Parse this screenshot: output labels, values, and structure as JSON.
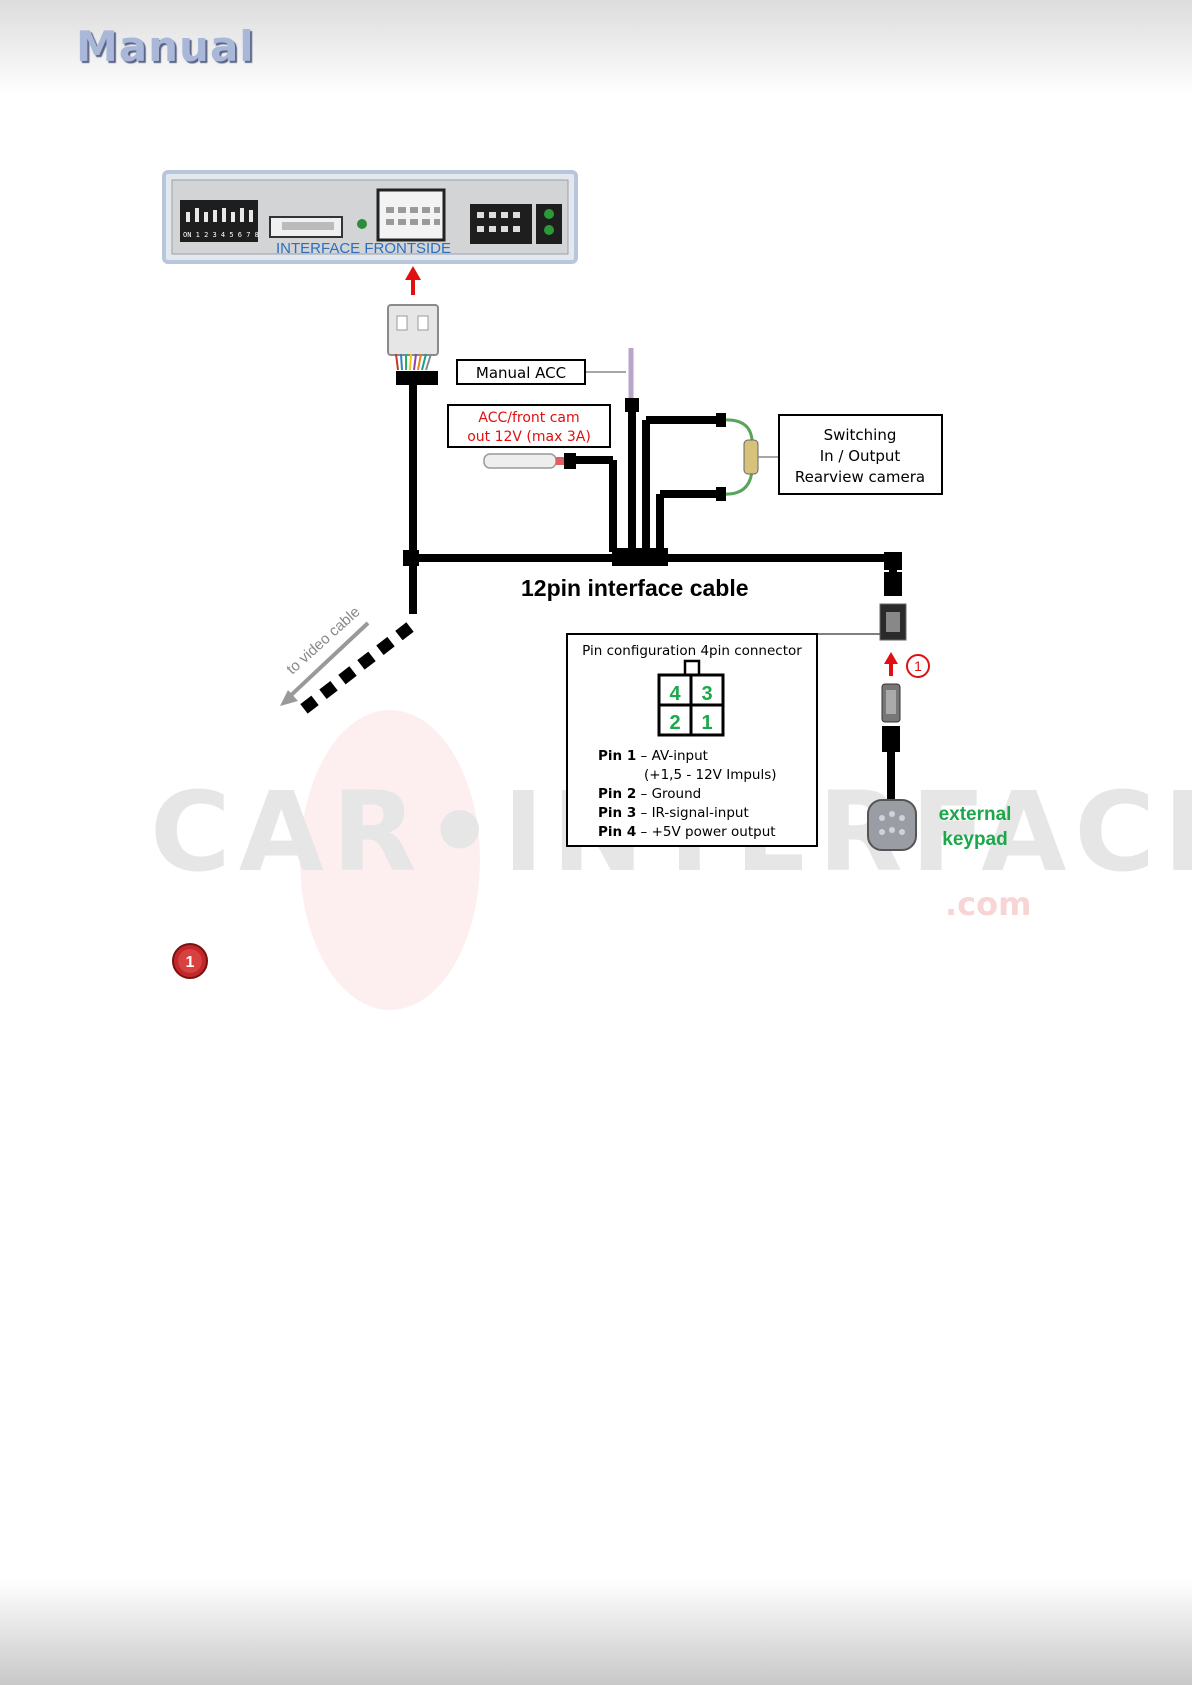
{
  "header": {
    "title": "Manual"
  },
  "device": {
    "label": "INTERFACE   FRONTSIDE",
    "dip_labels": "ON  1 2 3 4 5 6 7 8"
  },
  "labels": {
    "manual_acc": "Manual ACC",
    "acc_front_cam_line1": "ACC/front cam",
    "acc_front_cam_line2": "out  12V (max 3A)",
    "switching_line1": "Switching",
    "switching_line2": "In / Output",
    "switching_line3": "Rearview camera",
    "cable_title": "12pin interface cable",
    "to_video_cable": "to video cable",
    "external_keypad_line1": "external",
    "external_keypad_line2": "keypad",
    "callout_number": "1"
  },
  "pin_box": {
    "title": "Pin configuration 4pin connector",
    "grid": [
      "4",
      "3",
      "2",
      "1"
    ],
    "pins": [
      {
        "name": "Pin 1",
        "desc": " – AV-input"
      },
      {
        "name": "",
        "desc": "(+1,5 - 12V Impuls)"
      },
      {
        "name": "Pin 2",
        "desc": " – Ground"
      },
      {
        "name": "Pin 3",
        "desc": " – IR-signal-input"
      },
      {
        "name": "Pin 4",
        "desc": " – +5V power output"
      }
    ]
  },
  "watermark": {
    "text": "CAR•INTERFACE",
    "suffix": ".com"
  },
  "colors": {
    "red": "#e01010",
    "green": "#1aa84a",
    "blue": "#2a6fc0",
    "cable": "#000000"
  }
}
